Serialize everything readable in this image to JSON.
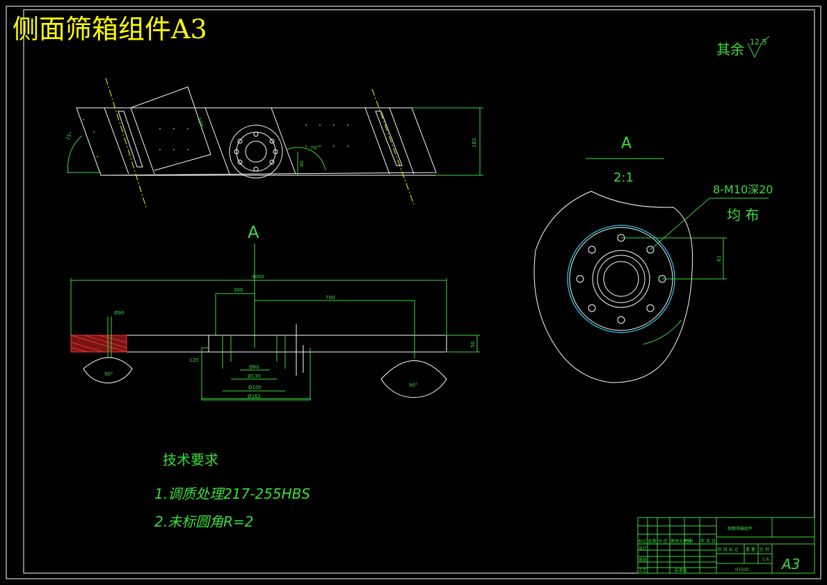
{
  "title": "侧面筛箱组件A3",
  "surface_finish": {
    "label": "其余",
    "value": "12.5"
  },
  "section_view": {
    "letter": "A",
    "scale": "2:1",
    "hole_callout": "8-M10深20",
    "hole_distribution": "均 布",
    "dim_61": "61"
  },
  "section_marker": "A",
  "top_view_dims": {
    "d1": "100",
    "d2": "40",
    "d3": "183",
    "angle_small": "70°",
    "angle_large": "15°"
  },
  "side_view_dims": {
    "overall": "4000",
    "d300": "300",
    "d700": "700",
    "d50": "50",
    "d120": "120",
    "d90": "Ø90",
    "phi_small": "Ø80",
    "phi1": "Ø100",
    "phi2": "Ø162",
    "phi3": "Ø130",
    "angle_left": "90°",
    "angle_right": "90°"
  },
  "tech_requirements": {
    "heading": "技术要求",
    "items": [
      "1.调质处理217-255HBS",
      "2.未标圆角R=2"
    ]
  },
  "title_block": {
    "part_name": "侧面筛箱组件",
    "material": "HT200",
    "scale": "1:6",
    "sheet_size": "A3",
    "header_row": [
      "标记",
      "处数",
      "分 区",
      "更改文件号",
      "签名",
      "年 月 日"
    ],
    "left_labels": [
      "设计",
      "审核",
      "工艺"
    ],
    "standardization": "标准化",
    "stage_labels": [
      "阶 段 标 记",
      "重 量",
      "比 例"
    ]
  }
}
